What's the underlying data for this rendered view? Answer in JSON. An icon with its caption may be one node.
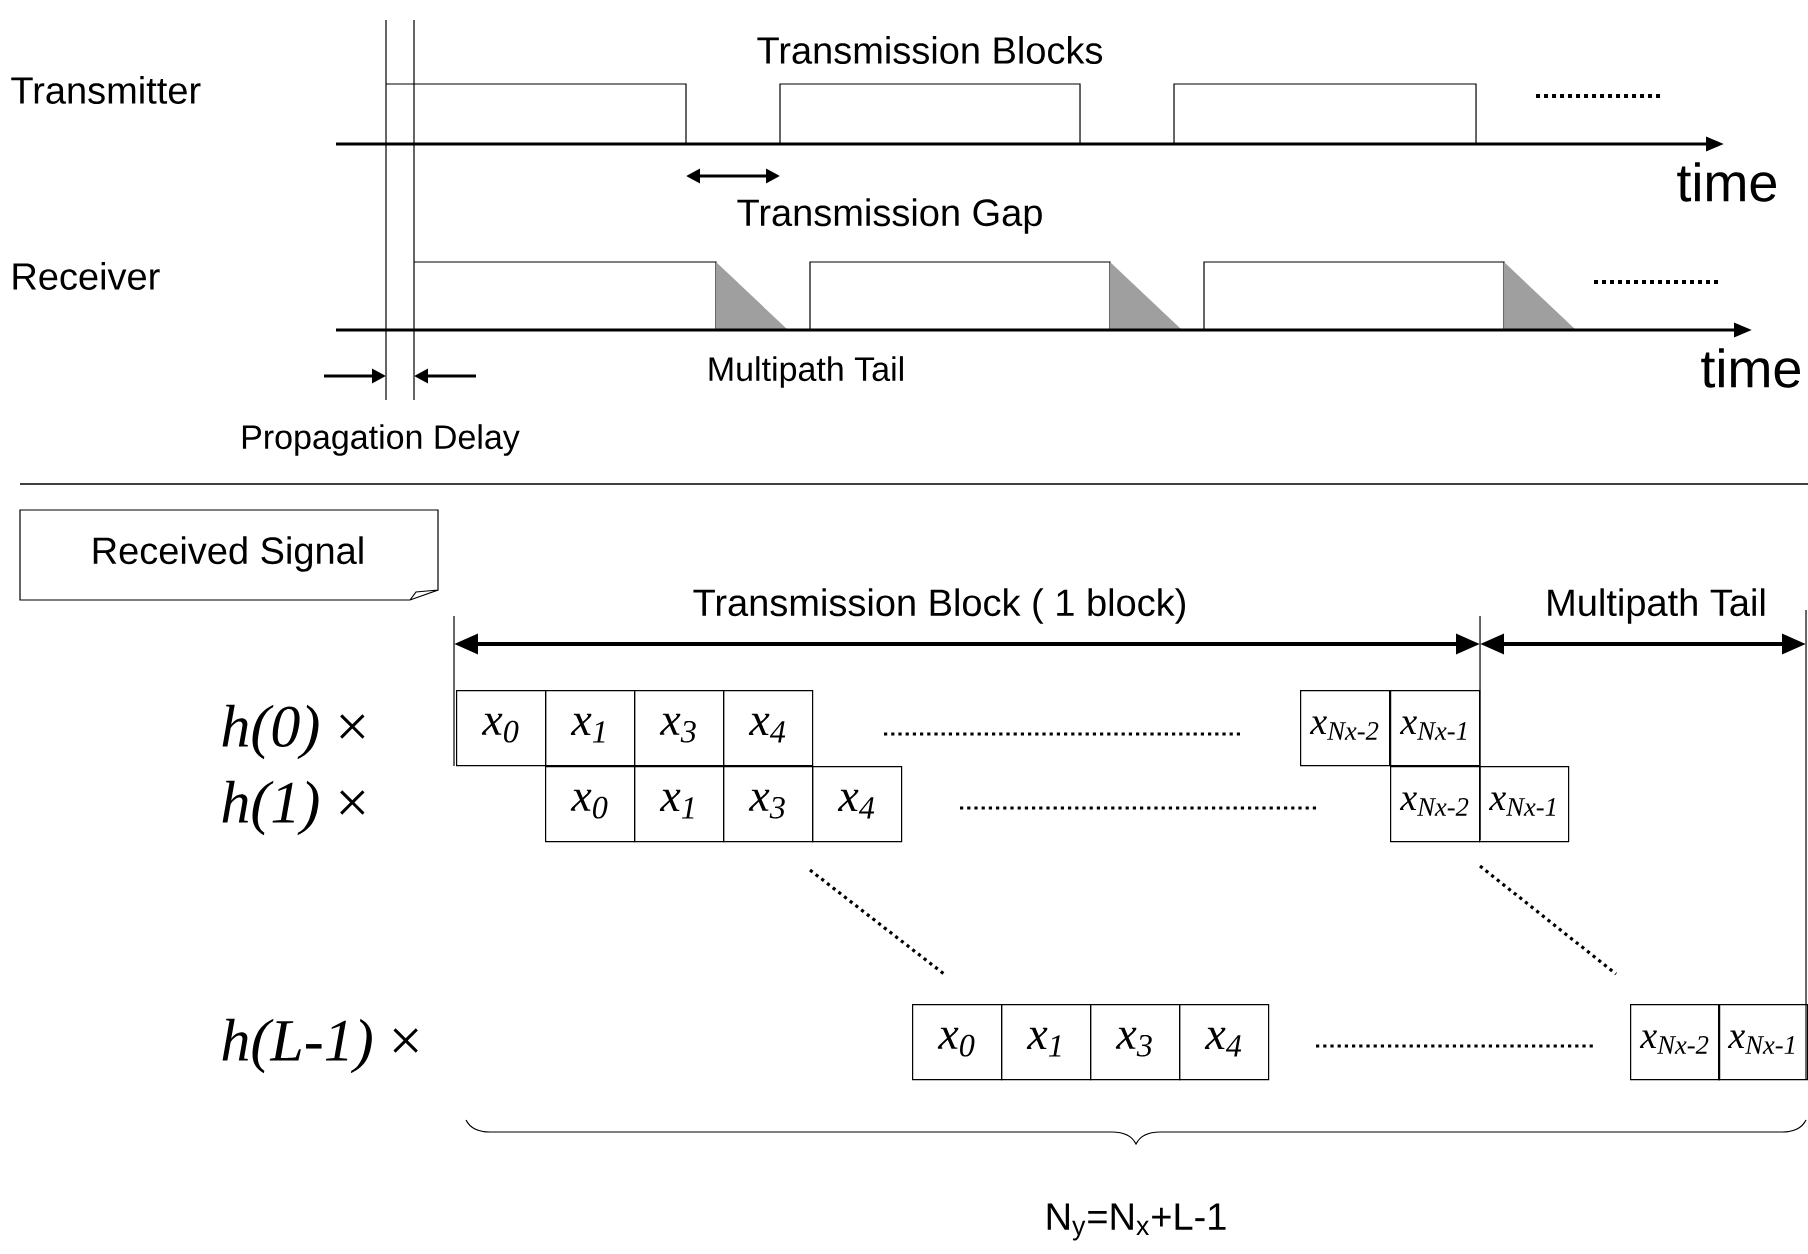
{
  "diagram": {
    "nodes": [
      {
        "text": [
          "Received Signal"
        ]
      },
      {
        "text": [
          "x$_{0}$"
        ]
      },
      {
        "text": [
          "x$_{1}$"
        ]
      },
      {
        "text": [
          "x$_{3}$"
        ]
      },
      {
        "text": [
          "x$_{4}$"
        ]
      },
      {
        "text": [
          "x$_{Nx-2}$"
        ]
      },
      {
        "text": [
          "x$_{Nx-1}$"
        ]
      },
      {
        "text": [
          "x$_{0}$"
        ]
      },
      {
        "text": [
          "x$_{1}$"
        ]
      },
      {
        "text": [
          "x$_{3}$"
        ]
      },
      {
        "text": [
          "x$_{4}$"
        ]
      },
      {
        "text": [
          "x$_{Nx-2}$"
        ]
      },
      {
        "text": [
          "x$_{Nx-1}$"
        ]
      },
      {
        "text": [
          "x$_{0}$"
        ]
      },
      {
        "text": [
          "x$_{1}$"
        ]
      },
      {
        "text": [
          "x$_{3}$"
        ]
      },
      {
        "text": [
          "x$_{4}$"
        ]
      },
      {
        "text": [
          "x$_{Nx-2}$"
        ]
      },
      {
        "text": [
          "x$_{Nx-1}$"
        ]
      }
    ],
    "labels": [
      "Transmission Blocks",
      "Transmitter",
      "time",
      "Transmission Gap",
      "Receiver",
      "Multipath Tail",
      "time",
      "Propagation Delay",
      "Transmission Block ( 1 block)",
      "Multipath Tail",
      "*h(0)* ×",
      "*h(1)* ×",
      "*h(L-1)* ×",
      "N$_{y}$=N$_{x}$+L-1"
    ]
  }
}
